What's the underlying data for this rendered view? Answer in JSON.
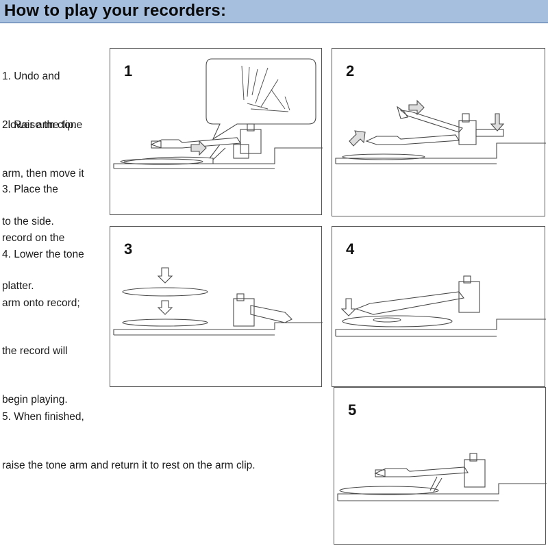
{
  "title": "How to play your recorders:",
  "steps": [
    {
      "line1": "1. Undo and",
      "line2": "  lower arm clip.",
      "line3": ""
    },
    {
      "line1": "2. Raise the tone",
      "line2": "arm, then move it",
      "line3": "to the side."
    },
    {
      "line1": "3. Place the",
      "line2": "record on the",
      "line3": "platter."
    },
    {
      "line1": "4. Lower the tone",
      "line2": "arm onto record;",
      "line3": "the record will",
      "line4": "begin playing."
    },
    {
      "line1": "5. When finished,",
      "line2": "raise the tone arm and return it to rest on the arm clip."
    }
  ],
  "panels": {
    "p1": "1",
    "p2": "2",
    "p3": "3",
    "p4": "4",
    "p5": "5"
  },
  "colors": {
    "title_bar": "#a6bfdf",
    "line": "#4a4a4a"
  }
}
